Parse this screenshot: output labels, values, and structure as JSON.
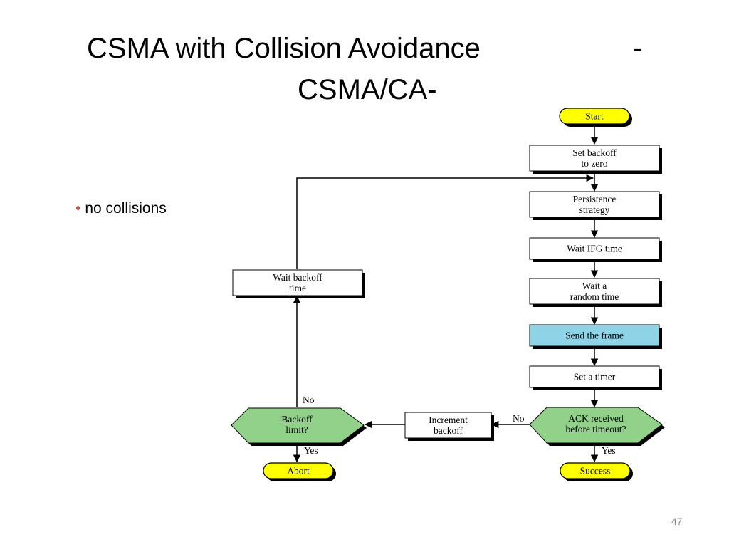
{
  "slide": {
    "title_main": "CSMA with Collision Avoidance",
    "title_dash": "-",
    "title_sub": "CSMA/CA-",
    "bullet": "no collisions",
    "page_number": "47"
  },
  "colors": {
    "terminal": "#ffff00",
    "decision": "#92d18a",
    "send_box": "#8fd3e6",
    "process": "#ffffff",
    "bullet": "#c0504d"
  },
  "flowchart": {
    "start": "Start",
    "set_backoff": [
      "Set backoff",
      "to zero"
    ],
    "persistence": [
      "Persistence",
      "strategy"
    ],
    "wait_ifg": "Wait IFG time",
    "wait_random": [
      "Wait a",
      "random time"
    ],
    "send_frame": "Send the frame",
    "set_timer": "Set a timer",
    "ack_decision": [
      "ACK received",
      "before timeout?"
    ],
    "increment_backoff": [
      "Increment",
      "backoff"
    ],
    "backoff_limit": [
      "Backoff",
      "limit?"
    ],
    "wait_backoff": [
      "Wait backoff",
      "time"
    ],
    "abort": "Abort",
    "success": "Success",
    "label_no_ack": "No",
    "label_yes_ack": "Yes",
    "label_no_limit": "No",
    "label_yes_limit": "Yes"
  }
}
